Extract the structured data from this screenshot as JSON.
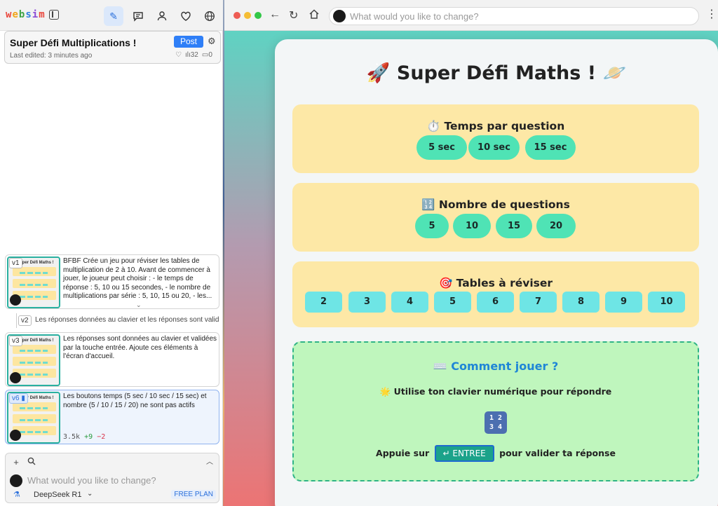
{
  "left_panel": {
    "logo_letters": [
      "w",
      "e",
      "b",
      "s",
      "i",
      "m"
    ],
    "project": {
      "title": "Super Défi Multiplications !",
      "post_label": "Post",
      "last_edited": "Last edited: 3 minutes ago",
      "views": "32",
      "comments": "0"
    },
    "versions": [
      {
        "badge": "v1",
        "text": "BFBF Crée un jeu pour réviser les tables de multiplication de 2 à 10. Avant de commencer à jouer, le joueur peut choisir : - le temps de réponse : 5, 10 ou 15 secondes, - le nombre de multiplications par série : 5, 10, 15 ou 20, - les..."
      },
      {
        "badge": "v2",
        "text": "Les réponses données au clavier et les réponses sont validées"
      },
      {
        "badge": "v3",
        "text": "Les réponses sont données au clavier et validées par la touche entrée. Ajoute ces éléments à l'écran d'accueil."
      },
      {
        "badge": "v6",
        "text": "Les boutons temps (5 sec / 10 sec / 15 sec) et nombre (5 / 10 / 15 / 20) ne sont pas actifs",
        "stats": {
          "size": "3.5k",
          "plus": "+9",
          "minus": "−2"
        }
      }
    ],
    "thumb_title": "Super Défi Maths !",
    "chat": {
      "placeholder": "What would you like to change?",
      "model": "DeepSeek R1",
      "plan": "FREE PLAN"
    }
  },
  "browser": {
    "url_placeholder": "What would you like to change?"
  },
  "game": {
    "title": "🚀 Super Défi Maths ! 🪐",
    "time_section": {
      "title": "⏱️ Temps par question",
      "options": [
        "5 sec",
        "10 sec",
        "15 sec"
      ]
    },
    "count_section": {
      "title": "🔢 Nombre de questions",
      "options": [
        "5",
        "10",
        "15",
        "20"
      ]
    },
    "tables_section": {
      "title": "🎯 Tables à réviser",
      "options": [
        "2",
        "3",
        "4",
        "5",
        "6",
        "7",
        "8",
        "9",
        "10"
      ]
    },
    "howto": {
      "title": "⌨️ Comment jouer ?",
      "line1": "🌟 Utilise ton clavier numérique pour répondre",
      "numpad": "1 2\n3 4",
      "line2_before": "Appuie sur",
      "enter_key": "↵ ENTREE",
      "line2_after": "pour valider ta réponse"
    }
  },
  "colors": {
    "accent": "#2f7ff7",
    "pill": "#4fe3b5",
    "tile": "#6ee5e5",
    "section": "#fde8a6",
    "howto_bg": "#bff6bd"
  }
}
